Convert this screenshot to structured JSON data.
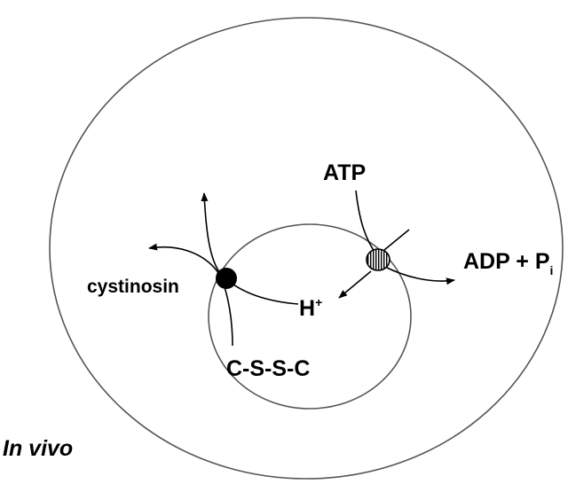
{
  "labels": {
    "atp": "ATP",
    "adp": "ADP + P",
    "adp_sub": "i",
    "cystinosin": "cystinosin",
    "h_plus": "H",
    "h_plus_sup": "+",
    "cystine": "C-S-S-C",
    "condition": "In vivo"
  },
  "colors": {
    "membrane": "#555555",
    "ink": "#000000",
    "background": "#ffffff"
  }
}
